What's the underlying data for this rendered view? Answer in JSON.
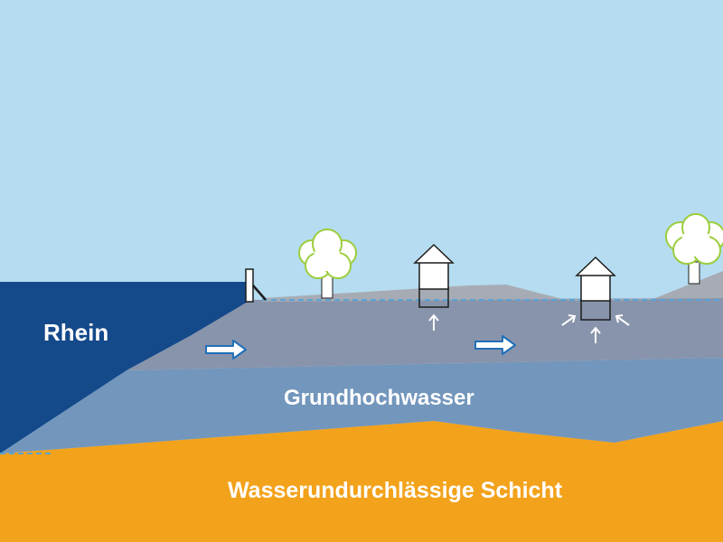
{
  "labels": {
    "river": "Rhein",
    "groundwater": "Grundhochwasser",
    "impermeable_layer": "Wasserundurchlässige Schicht"
  },
  "colors": {
    "sky": "#b5dcf0",
    "river": "#14498a",
    "ground_surface": "#a7acb4",
    "groundwater_upper": "#8894ab",
    "groundwater_lower": "#7396bc",
    "impermeable_layer": "#f3a21b",
    "flow_arrow": "#1f6fb8",
    "tree_foliage": "#ffffff",
    "tree_outline": "#9ccd3e",
    "house": "#ffffff",
    "house_outline": "#1c1c1c"
  },
  "icons": [
    "tree-icon",
    "house-icon",
    "flow-arrow-icon",
    "pressure-arrow-icon",
    "dike-wall-icon"
  ]
}
